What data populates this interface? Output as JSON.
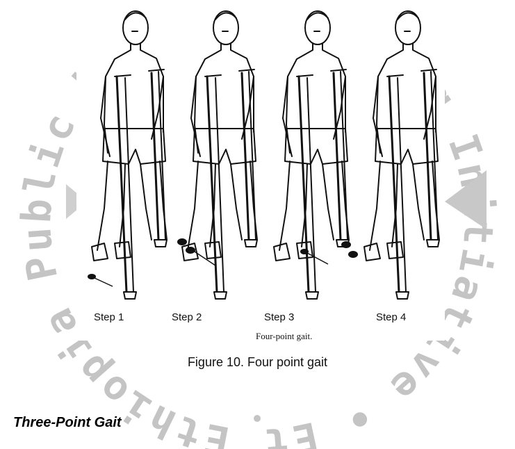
{
  "watermark": {
    "text": "Ethiopia Public Health Training Initiative",
    "color": "#b8b8b8"
  },
  "figure": {
    "steps": [
      {
        "label": "Step 1"
      },
      {
        "label": "Step 2"
      },
      {
        "label": "Step 3"
      },
      {
        "label": "Step 4"
      }
    ],
    "sub_caption": "Four-point gait.",
    "caption": "Figure 10.  Four point gait"
  },
  "section": {
    "heading": "Three-Point Gait"
  }
}
